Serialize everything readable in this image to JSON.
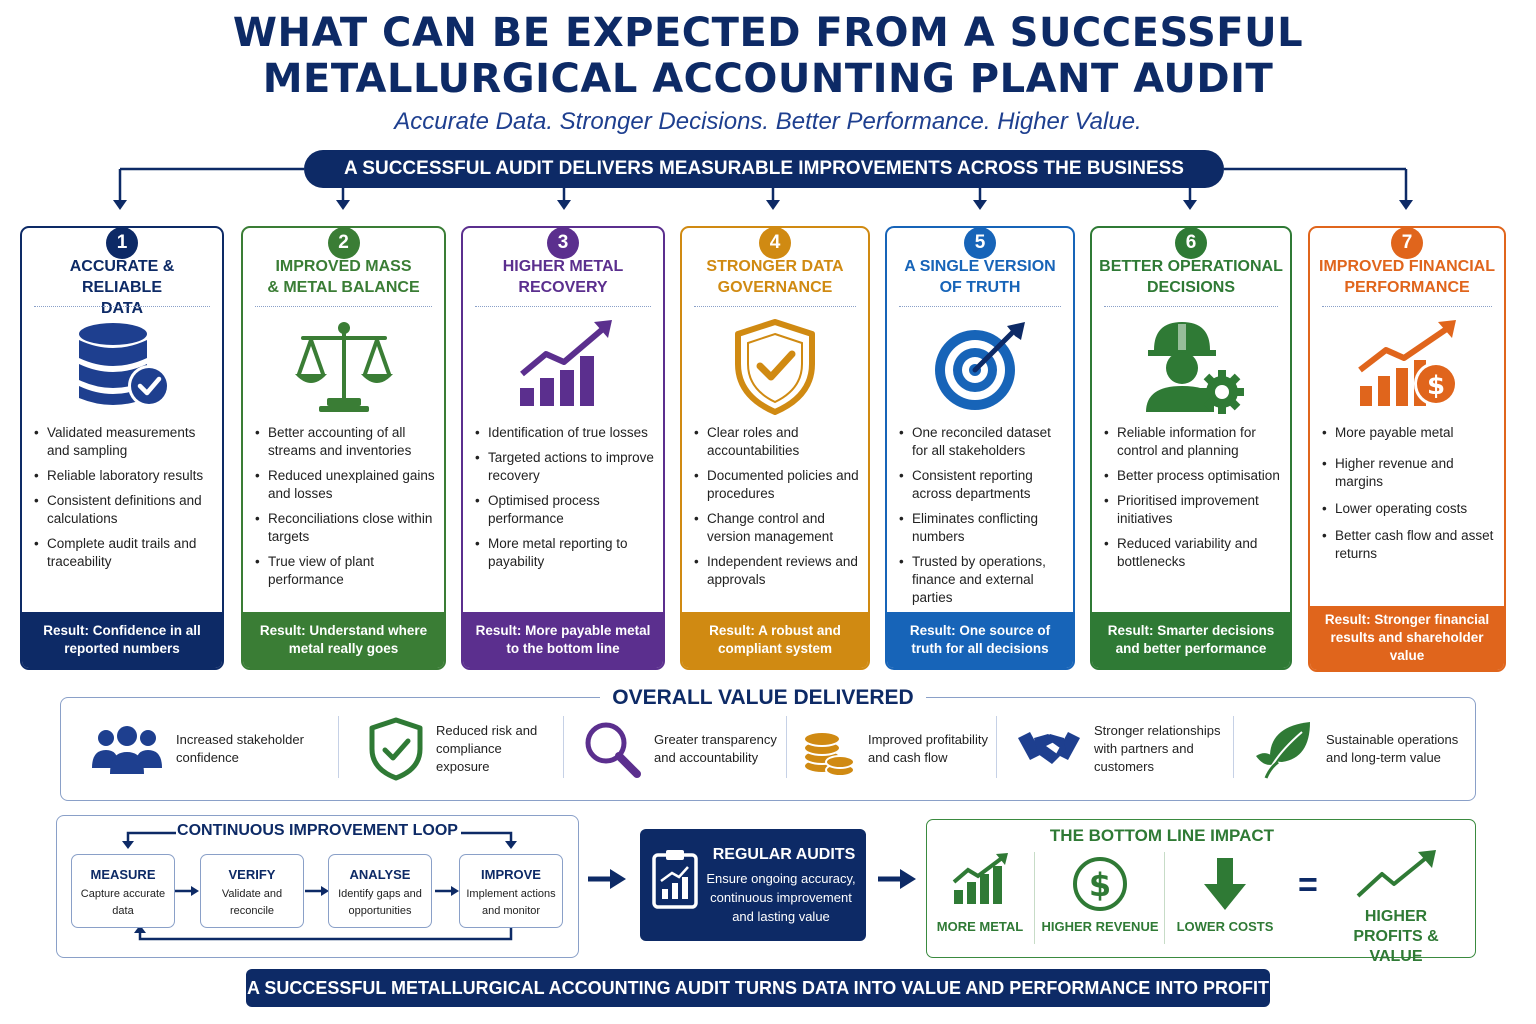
{
  "title_line1": "WHAT CAN BE EXPECTED FROM A SUCCESSFUL",
  "title_line2": "METALLURGICAL ACCOUNTING PLANT AUDIT",
  "subtitle": "Accurate Data. Stronger Decisions. Better Performance. Higher Value.",
  "banner": "A SUCCESSFUL AUDIT DELIVERS MEASURABLE IMPROVEMENTS ACROSS THE BUSINESS",
  "colors": {
    "navy": "#0d2a66",
    "blue": "#1e3f8f",
    "green": "#3a7d35",
    "purple": "#5b2f8e",
    "gold": "#d08a12",
    "lightblue": "#1764b8",
    "darkgreen": "#2f7a35",
    "orange": "#e0651c"
  },
  "cards": [
    {
      "num": "1",
      "title_1": "ACCURATE & RELIABLE",
      "title_2": "DATA",
      "icon": "database-check-icon",
      "bullets": [
        "Validated measurements and sampling",
        "Reliable laboratory results",
        "Consistent definitions and calculations",
        "Complete audit trails and traceability"
      ],
      "result": "Result: Confidence in all reported numbers"
    },
    {
      "num": "2",
      "title_1": "IMPROVED MASS",
      "title_2": "& METAL BALANCE",
      "icon": "scales-icon",
      "bullets": [
        "Better accounting of all streams and inventories",
        "Reduced unexplained gains and losses",
        "Reconciliations close within targets",
        "True view of plant performance"
      ],
      "result": "Result: Understand where metal really goes"
    },
    {
      "num": "3",
      "title_1": "HIGHER METAL",
      "title_2": "RECOVERY",
      "icon": "growth-chart-icon",
      "bullets": [
        "Identification of true losses",
        "Targeted actions to improve recovery",
        "Optimised process performance",
        "More metal reporting to payability"
      ],
      "result": "Result: More payable metal to the bottom line"
    },
    {
      "num": "4",
      "title_1": "STRONGER DATA",
      "title_2": "GOVERNANCE",
      "icon": "shield-check-icon",
      "bullets": [
        "Clear roles and accountabilities",
        "Documented policies and procedures",
        "Change control and version management",
        "Independent reviews and approvals"
      ],
      "result": "Result: A robust and compliant system"
    },
    {
      "num": "5",
      "title_1": "A SINGLE VERSION",
      "title_2": "OF TRUTH",
      "icon": "target-icon",
      "bullets": [
        "One reconciled dataset for all stakeholders",
        "Consistent reporting across departments",
        "Eliminates conflicting numbers",
        "Trusted by operations, finance and external parties"
      ],
      "result": "Result: One source of truth for all decisions"
    },
    {
      "num": "6",
      "title_1": "BETTER OPERATIONAL",
      "title_2": "DECISIONS",
      "icon": "worker-gear-icon",
      "bullets": [
        "Reliable information for control and planning",
        "Better process optimisation",
        "Prioritised improvement initiatives",
        "Reduced variability and bottlenecks"
      ],
      "result": "Result: Smarter decisions and better performance"
    },
    {
      "num": "7",
      "title_1": "IMPROVED FINANCIAL",
      "title_2": "PERFORMANCE",
      "icon": "chart-dollar-icon",
      "bullets": [
        "More payable metal",
        "Higher revenue and margins",
        "Lower operating costs",
        "Better cash flow and asset returns"
      ],
      "result": "Result: Stronger financial results and shareholder value"
    }
  ],
  "overall": {
    "title": "OVERALL VALUE DELIVERED",
    "items": [
      {
        "icon": "people-icon",
        "text": "Increased stakeholder confidence"
      },
      {
        "icon": "shield-check-icon",
        "text": "Reduced risk and compliance exposure"
      },
      {
        "icon": "magnifier-icon",
        "text": "Greater transparency and accountability"
      },
      {
        "icon": "coins-icon",
        "text": "Improved profitability and cash flow"
      },
      {
        "icon": "handshake-icon",
        "text": "Stronger relationships with partners and customers"
      },
      {
        "icon": "leaf-icon",
        "text": "Sustainable operations and long-term value"
      }
    ]
  },
  "loop": {
    "title": "CONTINUOUS IMPROVEMENT LOOP",
    "steps": [
      {
        "name": "MEASURE",
        "desc": "Capture accurate data"
      },
      {
        "name": "VERIFY",
        "desc": "Validate and reconcile"
      },
      {
        "name": "ANALYSE",
        "desc": "Identify gaps and opportunities"
      },
      {
        "name": "IMPROVE",
        "desc": "Implement actions and monitor"
      }
    ]
  },
  "audits": {
    "title": "REGULAR AUDITS",
    "desc": "Ensure ongoing accuracy, continuous improvement and lasting value"
  },
  "bottom_line": {
    "title": "THE BOTTOM LINE IMPACT",
    "items": [
      "MORE METAL",
      "HIGHER REVENUE",
      "LOWER COSTS"
    ],
    "equals": "=",
    "result": "HIGHER PROFITS & VALUE"
  },
  "footer": "A SUCCESSFUL METALLURGICAL ACCOUNTING AUDIT TURNS DATA INTO VALUE AND PERFORMANCE INTO PROFIT"
}
